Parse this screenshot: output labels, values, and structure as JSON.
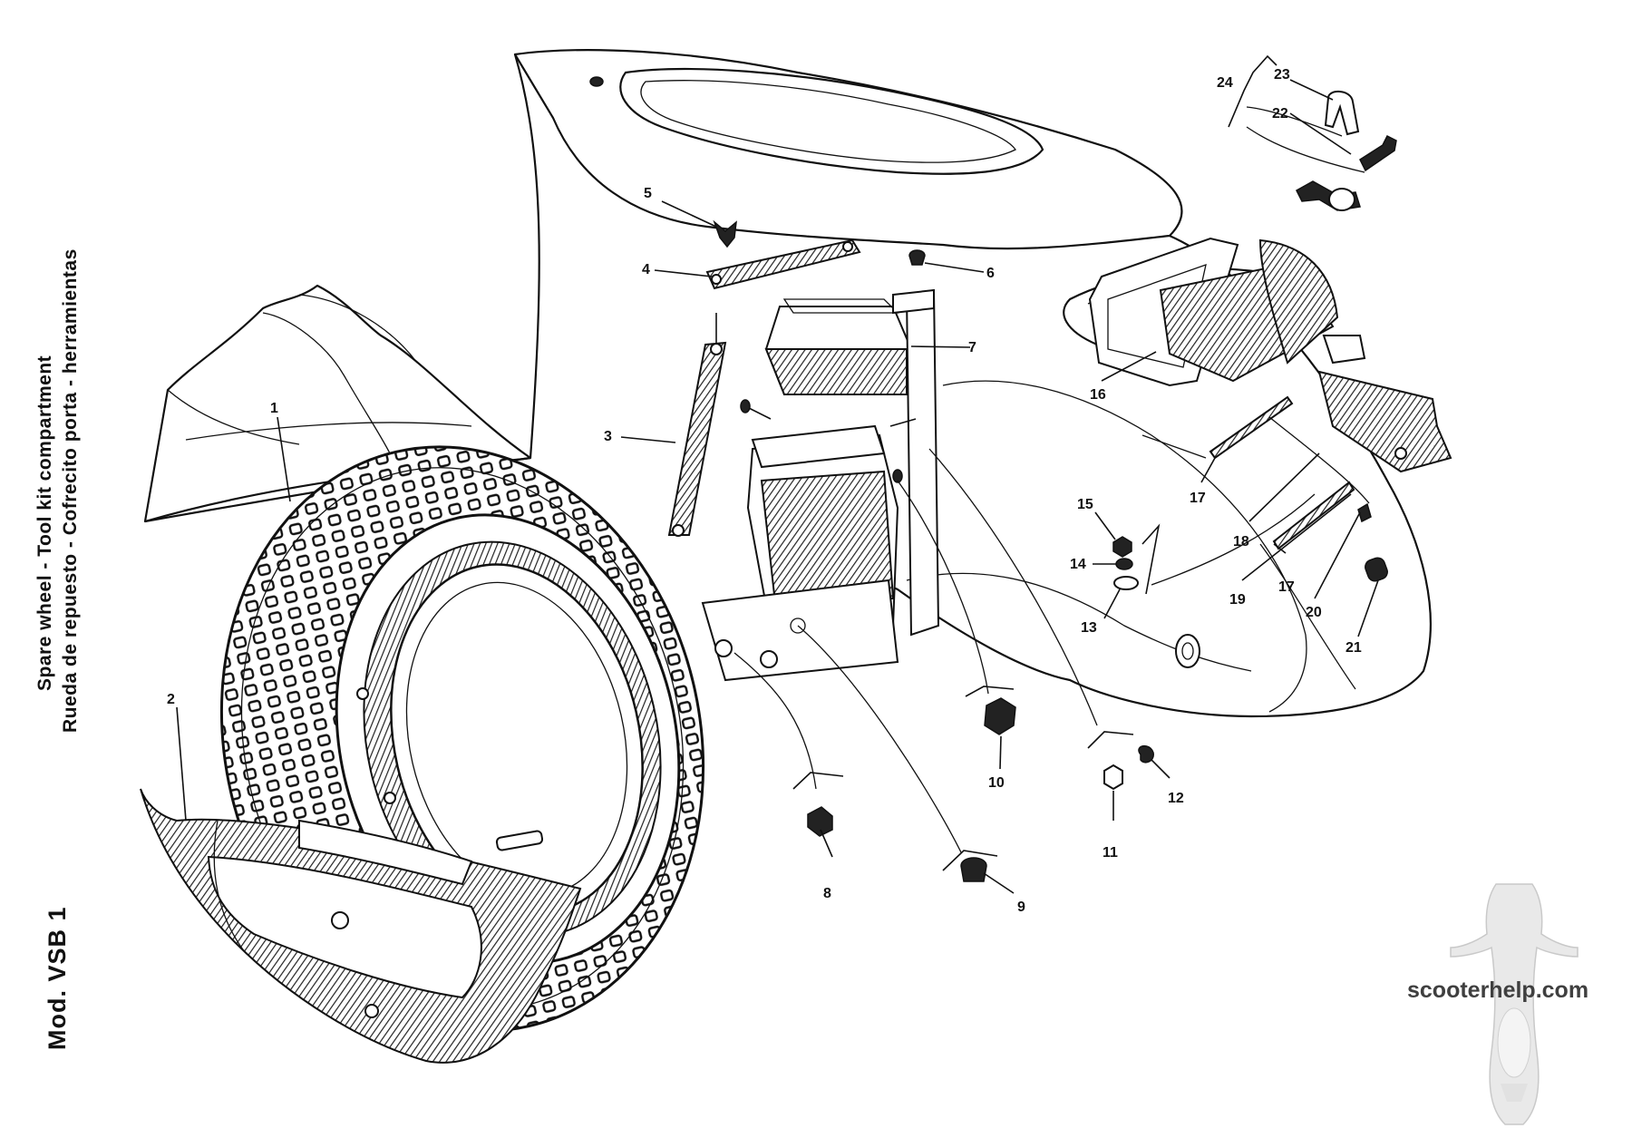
{
  "header": {
    "title_en": "Spare wheel - Tool kit compartment",
    "title_es": "Rueda de repuesto - Cofrecito porta - herramientas",
    "model": "Mod. VSB 1"
  },
  "watermark": "scooterhelp.com",
  "callouts": [
    "1",
    "2",
    "3",
    "4",
    "5",
    "6",
    "7",
    "8",
    "9",
    "10",
    "11",
    "12",
    "13",
    "14",
    "15",
    "16",
    "17",
    "17",
    "18",
    "19",
    "20",
    "21",
    "22",
    "23",
    "24"
  ]
}
